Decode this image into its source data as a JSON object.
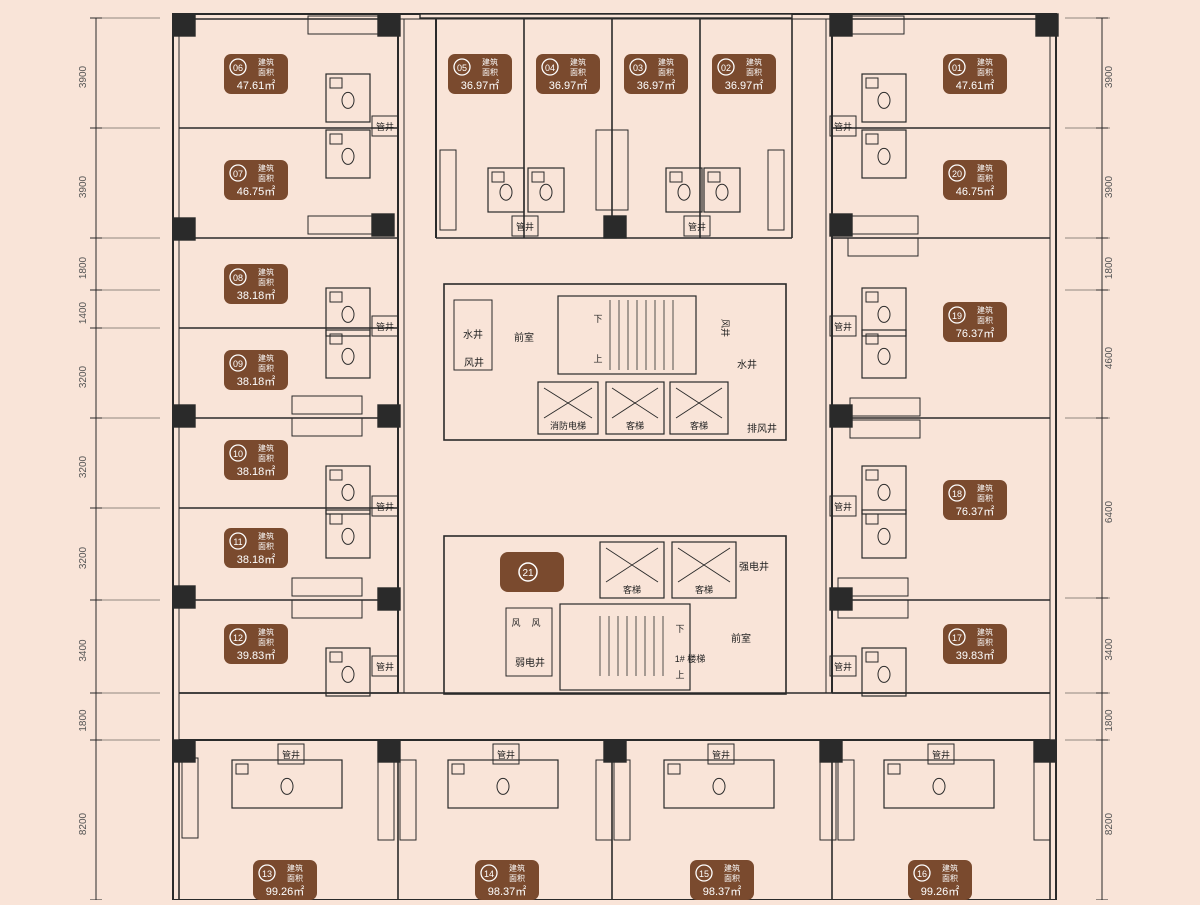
{
  "colors": {
    "background": "#f9e4d8",
    "wall": "#2a2a2a",
    "badge": "#7a4a2e",
    "badge_text": "#ffffff",
    "dim": "#555555"
  },
  "labels": {
    "area_line1": "建筑",
    "area_line2": "面积",
    "shaft": "管井",
    "water_shaft": "水井",
    "air_shaft": "风井",
    "air": "风",
    "front_room": "前室",
    "fire_elevator": "消防电梯",
    "elevator": "客梯",
    "exhaust_shaft": "排风井",
    "strong_elec": "强电井",
    "weak_elec": "弱电井",
    "down": "下",
    "up": "上",
    "stair_name": "1# 楼梯"
  },
  "units": [
    {
      "no": "01",
      "area": "47.61㎡"
    },
    {
      "no": "02",
      "area": "36.97㎡"
    },
    {
      "no": "03",
      "area": "36.97㎡"
    },
    {
      "no": "04",
      "area": "36.97㎡"
    },
    {
      "no": "05",
      "area": "36.97㎡"
    },
    {
      "no": "06",
      "area": "47.61㎡"
    },
    {
      "no": "07",
      "area": "46.75㎡"
    },
    {
      "no": "08",
      "area": "38.18㎡"
    },
    {
      "no": "09",
      "area": "38.18㎡"
    },
    {
      "no": "10",
      "area": "38.18㎡"
    },
    {
      "no": "11",
      "area": "38.18㎡"
    },
    {
      "no": "12",
      "area": "39.83㎡"
    },
    {
      "no": "13",
      "area": "99.26㎡"
    },
    {
      "no": "14",
      "area": "98.37㎡"
    },
    {
      "no": "15",
      "area": "98.37㎡"
    },
    {
      "no": "16",
      "area": "99.26㎡"
    },
    {
      "no": "17",
      "area": "39.83㎡"
    },
    {
      "no": "18",
      "area": "76.37㎡"
    },
    {
      "no": "19",
      "area": "76.37㎡"
    },
    {
      "no": "20",
      "area": "46.75㎡"
    },
    {
      "no": "21",
      "area": ""
    }
  ],
  "dimensions_left": [
    "3900",
    "3900",
    "1800",
    "1400",
    "3200",
    "3200",
    "3200",
    "3400",
    "1800",
    "8200"
  ],
  "dimensions_right": [
    "3900",
    "3900",
    "1800",
    "4600",
    "6400",
    "3400",
    "1800",
    "8200"
  ]
}
